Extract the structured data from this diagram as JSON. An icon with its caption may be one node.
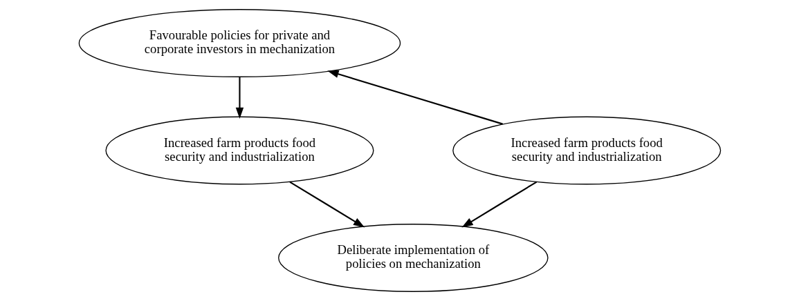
{
  "diagram": {
    "nodes": [
      {
        "text": [
          "Favourable policies for private and corporate investors in mechanization"
        ]
      },
      {
        "text": [
          "Increased farm products food security and industrialization"
        ]
      },
      {
        "text": [
          "Increased farm products food security and industrialization"
        ]
      },
      {
        "text": [
          "Deliberate implementation of policies on mechanization"
        ]
      }
    ],
    "edges": [
      {
        "from": 1,
        "to": 0,
        "arrow": "to"
      },
      {
        "from": 0,
        "to": 2,
        "arrow": "to"
      },
      {
        "from": 2,
        "to": 3,
        "arrow": "to"
      },
      {
        "from": 1,
        "to": 3,
        "arrow": "to"
      }
    ]
  }
}
